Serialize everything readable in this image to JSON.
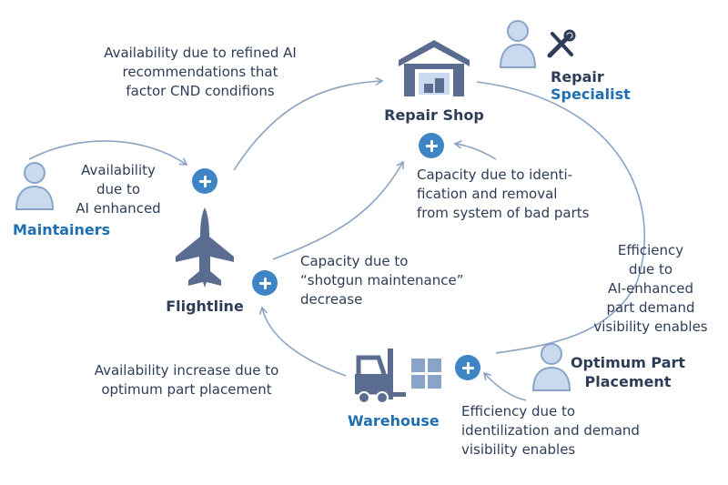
{
  "colors": {
    "text": "#2e3d57",
    "accent": "#1f6fb2",
    "icon": "#5a6d91",
    "arrow": "#8ba3c1",
    "plus": "#3f85c5",
    "person_fill": "#c9daef",
    "person_stroke": "#8aa3c8"
  },
  "nodes": {
    "repair_shop": {
      "label": "Repair Shop",
      "icon": "warehouse-building-icon"
    },
    "flightline": {
      "label": "Flightline",
      "icon": "fighter-jet-icon"
    },
    "warehouse": {
      "label": "Warehouse",
      "icon": "forklift-icon"
    }
  },
  "roles": {
    "repair_specialist": {
      "line1": "Repair",
      "line2": "Specialist",
      "icon": "person-wrench-icon"
    },
    "maintainers": {
      "label": "Maintainers",
      "icon": "person-icon"
    },
    "optimum_part": {
      "text": "Optimum Part\nPlacement",
      "icon": "person-icon"
    }
  },
  "annotations": {
    "refined_ai": "Availability due to refined AI\nrecommendations that\nfactor CND condifions",
    "ai_enhanced": "Availability\ndue to\nAI enhanced",
    "bad_parts": "Capacity due to identi-\nfication and removal\nfrom system of bad parts",
    "shotgun": "Capacity due to\n“shotgun maintenance”\ndecrease",
    "efficiency_ai": "Efficiency\ndue to\nAI-enhanced\npart demand\nvisibility enables",
    "part_placement": "Availability increase due to\noptimum part placement",
    "identilization": "Efficiency due to\nidentilization and demand\nvisibility enables"
  }
}
